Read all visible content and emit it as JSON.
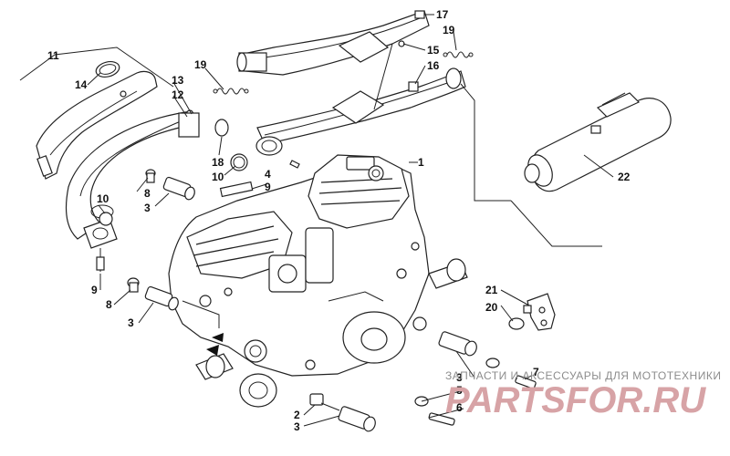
{
  "diagram": {
    "callouts": [
      {
        "id": "1",
        "label": "1"
      },
      {
        "id": "2",
        "label": "2"
      },
      {
        "id": "3a",
        "label": "3"
      },
      {
        "id": "3b",
        "label": "3"
      },
      {
        "id": "3c",
        "label": "3"
      },
      {
        "id": "3d",
        "label": "3"
      },
      {
        "id": "4",
        "label": "4"
      },
      {
        "id": "5",
        "label": "5"
      },
      {
        "id": "6",
        "label": "6"
      },
      {
        "id": "7",
        "label": "7"
      },
      {
        "id": "8a",
        "label": "8"
      },
      {
        "id": "8b",
        "label": "8"
      },
      {
        "id": "9a",
        "label": "9"
      },
      {
        "id": "9b",
        "label": "9"
      },
      {
        "id": "10a",
        "label": "10"
      },
      {
        "id": "10b",
        "label": "10"
      },
      {
        "id": "11",
        "label": "11"
      },
      {
        "id": "12",
        "label": "12"
      },
      {
        "id": "13",
        "label": "13"
      },
      {
        "id": "14",
        "label": "14"
      },
      {
        "id": "15",
        "label": "15"
      },
      {
        "id": "16",
        "label": "16"
      },
      {
        "id": "17",
        "label": "17"
      },
      {
        "id": "18",
        "label": "18"
      },
      {
        "id": "19a",
        "label": "19"
      },
      {
        "id": "19b",
        "label": "19"
      },
      {
        "id": "20",
        "label": "20"
      },
      {
        "id": "21",
        "label": "21"
      },
      {
        "id": "22",
        "label": "22"
      }
    ]
  },
  "watermark": {
    "caption": "ЗАПЧАСТИ И АКСЕССУАРЫ ДЛЯ МОТОТЕХНИКИ",
    "logo": "PARTSFOR.RU"
  }
}
